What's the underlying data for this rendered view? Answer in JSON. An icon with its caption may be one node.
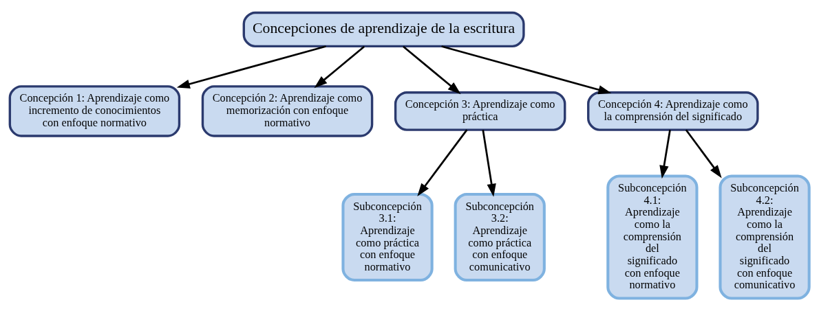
{
  "diagram": {
    "nodes": [
      {
        "text": [
          "Concepciones de aprendizaje de la escritura"
        ]
      },
      {
        "text": [
          "Concepción 1: Aprendizaje como incremento de conocimientos con enfoque normativo"
        ]
      },
      {
        "text": [
          "Concepción 2: Aprendizaje como memorización con enfoque normativo"
        ]
      },
      {
        "text": [
          "Concepción 3: Aprendizaje como práctica"
        ]
      },
      {
        "text": [
          "Concepción 4: Aprendizaje como la comprensión del significado"
        ]
      },
      {
        "text": [
          "Subconcepción 3.1: Aprendizaje como práctica con enfoque normativo"
        ]
      },
      {
        "text": [
          "Subconcepción 3.2: Aprendizaje como práctica con enfoque comunicativo"
        ]
      },
      {
        "text": [
          "Subconcepción 4.1: Aprendizaje como la comprensión del significado con enfoque normativo"
        ]
      },
      {
        "text": [
          "Subconcepción 4.2: Aprendizaje como la comprensión del significado con enfoque comunicativo"
        ]
      }
    ],
    "edges": [
      {
        "from": 0,
        "to": 1,
        "arrow": "to"
      },
      {
        "from": 0,
        "to": 2,
        "arrow": "to"
      },
      {
        "from": 0,
        "to": 3,
        "arrow": "to"
      },
      {
        "from": 0,
        "to": 4,
        "arrow": "to"
      },
      {
        "from": 3,
        "to": 5,
        "arrow": "to"
      },
      {
        "from": 3,
        "to": 6,
        "arrow": "to"
      },
      {
        "from": 4,
        "to": 7,
        "arrow": "to"
      },
      {
        "from": 4,
        "to": 8,
        "arrow": "to"
      }
    ]
  }
}
